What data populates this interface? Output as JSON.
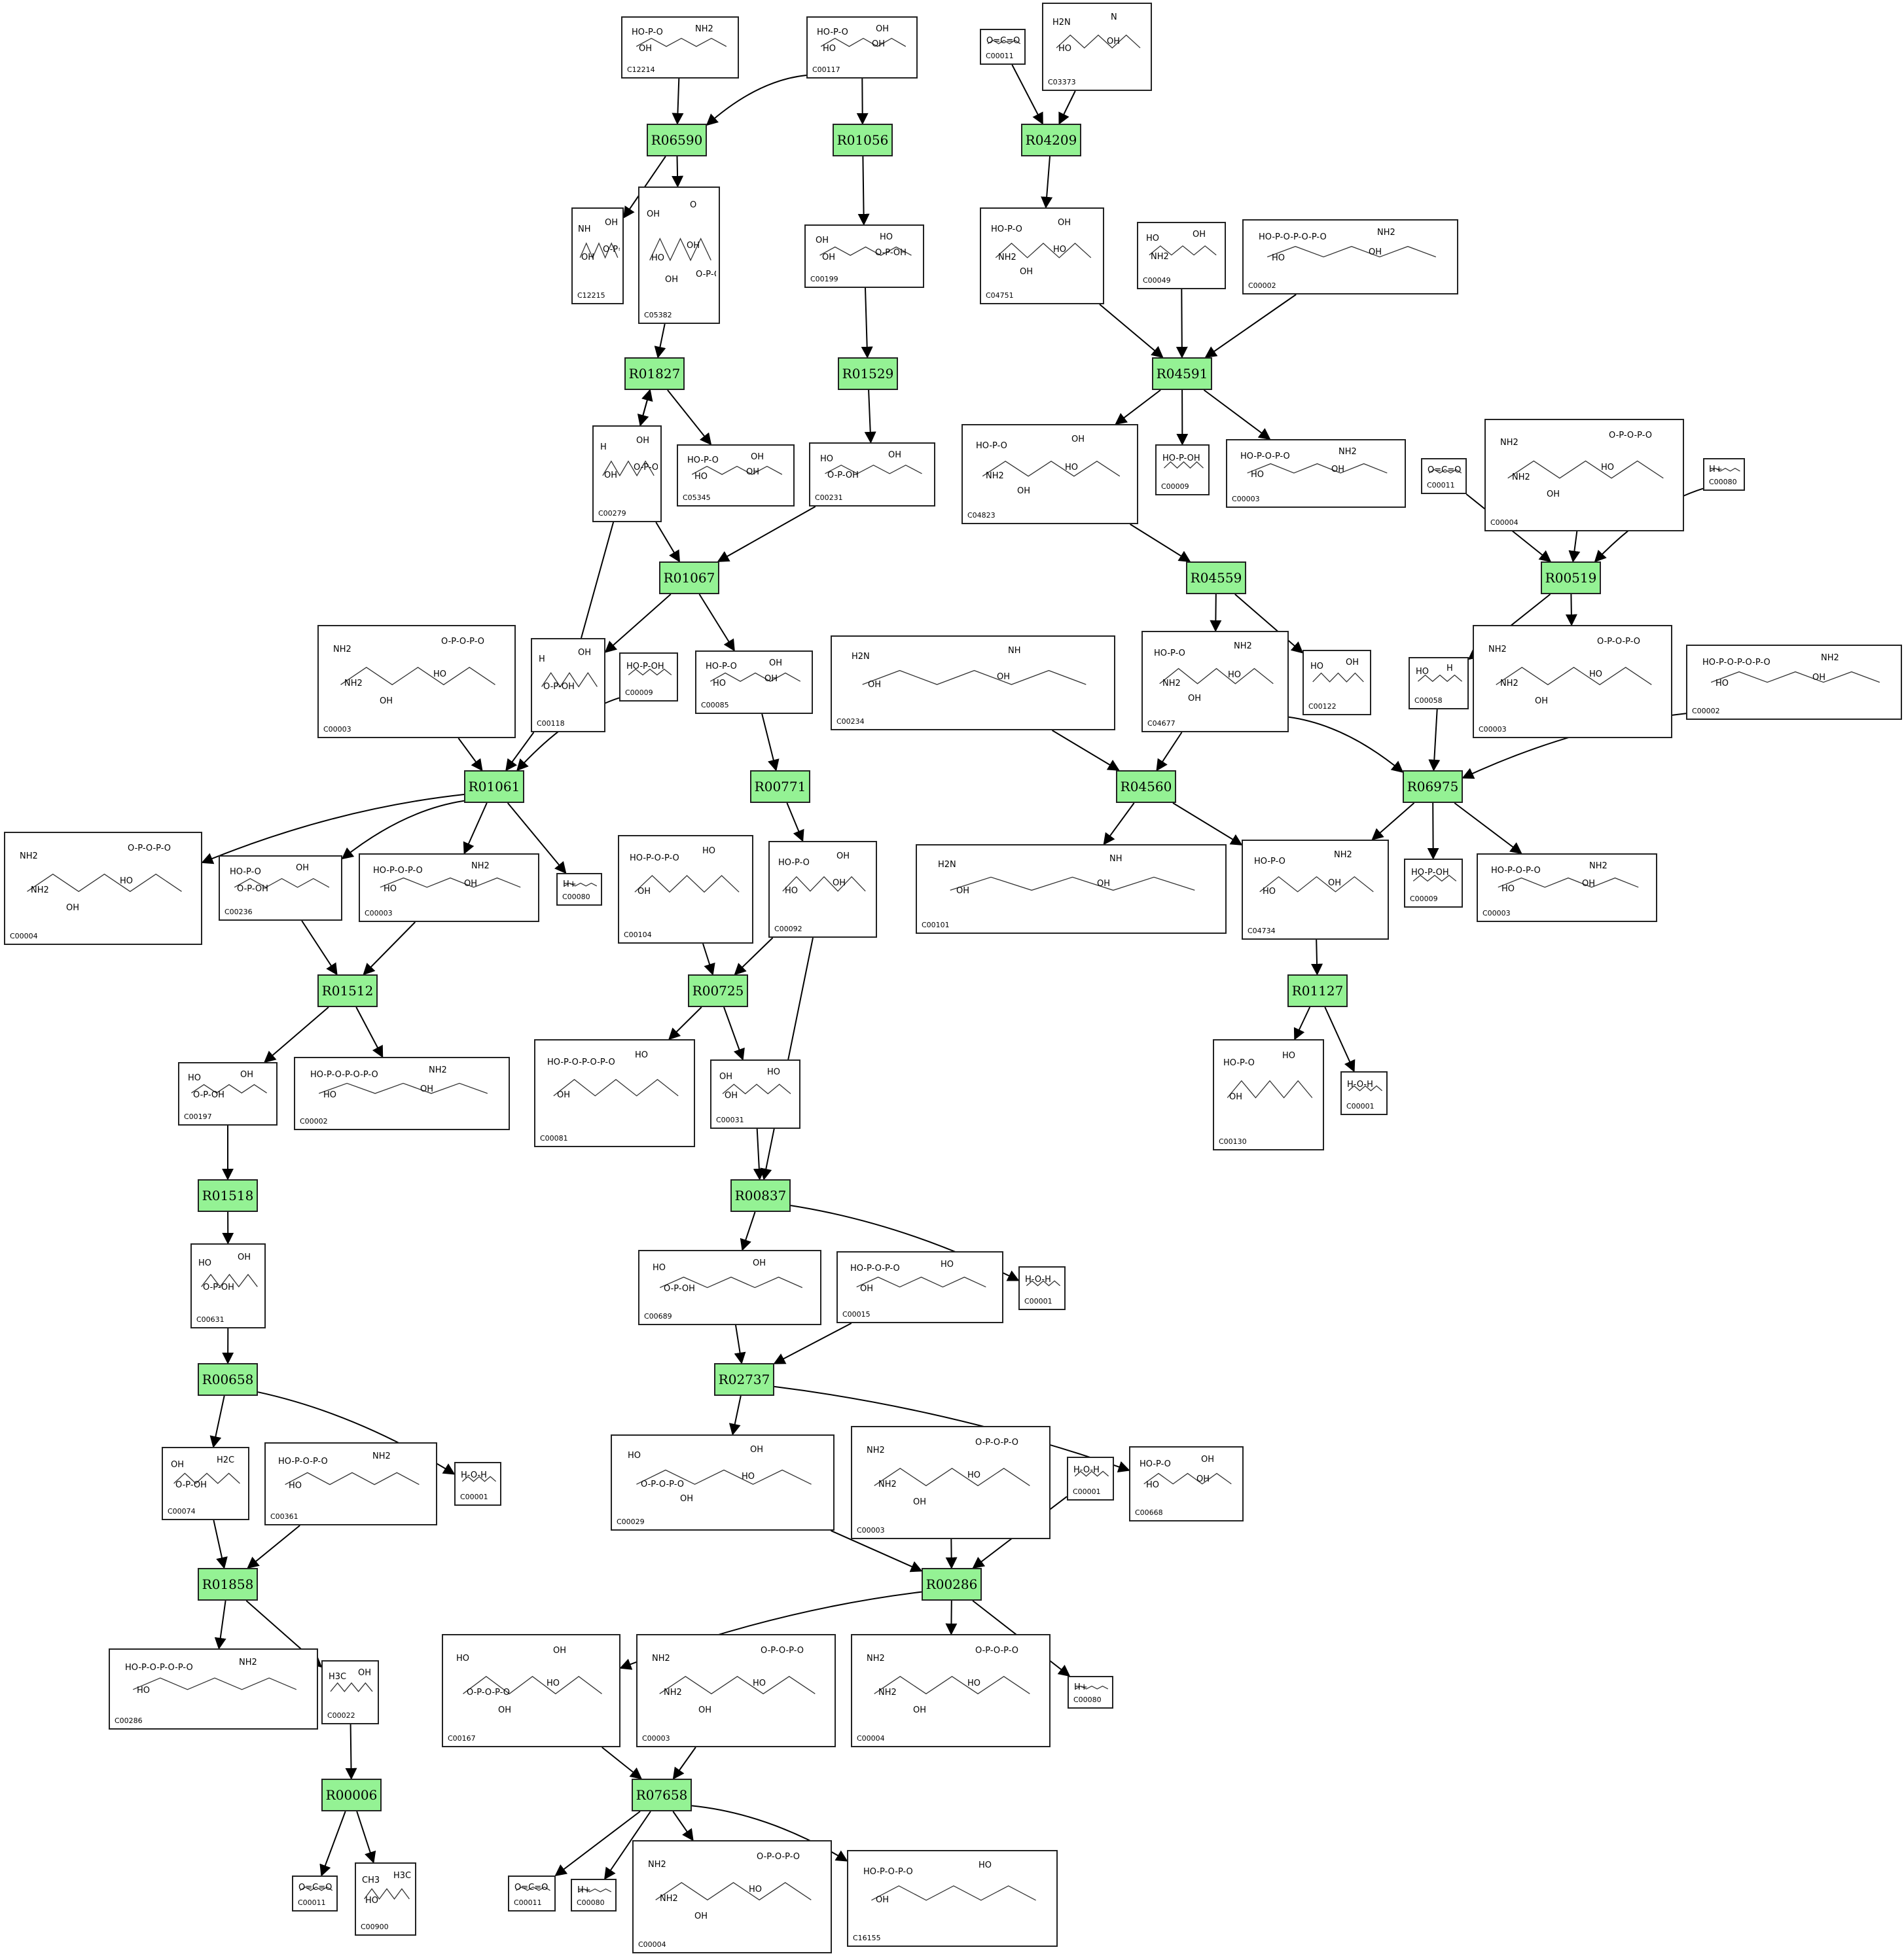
{
  "reactions": [
    {
      "id": "R06590",
      "label": "R06590"
    },
    {
      "id": "R01056",
      "label": "R01056"
    },
    {
      "id": "R04209",
      "label": "R04209"
    },
    {
      "id": "R01827",
      "label": "R01827"
    },
    {
      "id": "R01529",
      "label": "R01529"
    },
    {
      "id": "R04591",
      "label": "R04591"
    },
    {
      "id": "R01067",
      "label": "R01067"
    },
    {
      "id": "R04559",
      "label": "R04559"
    },
    {
      "id": "R00519",
      "label": "R00519"
    },
    {
      "id": "R01061",
      "label": "R01061"
    },
    {
      "id": "R00771",
      "label": "R00771"
    },
    {
      "id": "R04560",
      "label": "R04560"
    },
    {
      "id": "R06975",
      "label": "R06975"
    },
    {
      "id": "R01512",
      "label": "R01512"
    },
    {
      "id": "R00725",
      "label": "R00725"
    },
    {
      "id": "R01127",
      "label": "R01127"
    },
    {
      "id": "R01518",
      "label": "R01518"
    },
    {
      "id": "R00837",
      "label": "R00837"
    },
    {
      "id": "R00658",
      "label": "R00658"
    },
    {
      "id": "R02737",
      "label": "R02737"
    },
    {
      "id": "R01858",
      "label": "R01858"
    },
    {
      "id": "R00286",
      "label": "R00286"
    },
    {
      "id": "R00006",
      "label": "R00006"
    },
    {
      "id": "R07658",
      "label": "R07658"
    }
  ],
  "compounds": [
    {
      "key": "c12214",
      "label": "C12214",
      "text": [
        "HO-P-O",
        "NH2",
        "OH"
      ]
    },
    {
      "key": "c00117a",
      "label": "C00117",
      "text": [
        "HO-P-O",
        "OH",
        "HO",
        "OH"
      ]
    },
    {
      "key": "c00011a",
      "label": "C00011",
      "text": [
        "O=C=O"
      ]
    },
    {
      "key": "c03373",
      "label": "C03373",
      "text": [
        "H2N",
        "N",
        "HO",
        "OH"
      ]
    },
    {
      "key": "c12215",
      "label": "C12215",
      "text": [
        "NH",
        "OH",
        "OH",
        "O-P=O"
      ]
    },
    {
      "key": "c05382",
      "label": "C05382",
      "text": [
        "OH",
        "O",
        "HO",
        "OH",
        "OH",
        "O-P-OH"
      ]
    },
    {
      "key": "c00199",
      "label": "C00199",
      "text": [
        "OH",
        "HO",
        "OH",
        "O-P-OH"
      ]
    },
    {
      "key": "c04751",
      "label": "C04751",
      "text": [
        "HO-P-O",
        "OH",
        "NH2",
        "HO",
        "OH"
      ]
    },
    {
      "key": "c00049",
      "label": "C00049",
      "text": [
        "HO",
        "OH",
        "NH2"
      ]
    },
    {
      "key": "c00002a",
      "label": "C00002",
      "text": [
        "HO-P-O-P-O-P-O",
        "NH2",
        "HO",
        "OH"
      ]
    },
    {
      "key": "c00279",
      "label": "C00279",
      "text": [
        "H",
        "OH",
        "OH",
        "O-P-OH"
      ]
    },
    {
      "key": "c05345",
      "label": "C05345",
      "text": [
        "HO-P-O",
        "OH",
        "HO",
        "OH"
      ]
    },
    {
      "key": "c00231",
      "label": "C00231",
      "text": [
        "HO",
        "OH",
        "O-P-OH"
      ]
    },
    {
      "key": "c04823",
      "label": "C04823",
      "text": [
        "HO-P-O",
        "OH",
        "NH2",
        "HO",
        "OH"
      ]
    },
    {
      "key": "c00009a",
      "label": "C00009",
      "text": [
        "HO-P-OH"
      ]
    },
    {
      "key": "c00003a",
      "label": "C00003",
      "text": [
        "HO-P-O-P-O",
        "NH2",
        "HO",
        "OH"
      ]
    },
    {
      "key": "c00011b",
      "label": "C00011",
      "text": [
        "O=C=O"
      ]
    },
    {
      "key": "c00004a",
      "label": "C00004",
      "text": [
        "NH2",
        "O-P-O-P-O",
        "NH2",
        "HO",
        "OH"
      ]
    },
    {
      "key": "c00080a",
      "label": "C00080",
      "text": [
        "H+"
      ]
    },
    {
      "key": "c00003b",
      "label": "C00003",
      "text": [
        "NH2",
        "O-P-O-P-O",
        "NH2",
        "HO",
        "OH"
      ]
    },
    {
      "key": "c00118",
      "label": "C00118",
      "text": [
        "H",
        "OH",
        "O-P-OH"
      ]
    },
    {
      "key": "c00009b",
      "label": "C00009",
      "text": [
        "HO-P-OH"
      ]
    },
    {
      "key": "c00085",
      "label": "C00085",
      "text": [
        "HO-P-O",
        "OH",
        "HO",
        "OH"
      ]
    },
    {
      "key": "c00234",
      "label": "C00234",
      "text": [
        "H2N",
        "NH",
        "OH",
        "OH"
      ]
    },
    {
      "key": "c04677",
      "label": "C04677",
      "text": [
        "HO-P-O",
        "NH2",
        "NH2",
        "HO",
        "OH"
      ]
    },
    {
      "key": "c00122",
      "label": "C00122",
      "text": [
        "HO",
        "OH"
      ]
    },
    {
      "key": "c00058",
      "label": "C00058",
      "text": [
        "HO",
        "H"
      ]
    },
    {
      "key": "c00003c",
      "label": "C00003",
      "text": [
        "NH2",
        "O-P-O-P-O",
        "NH2",
        "HO",
        "OH"
      ]
    },
    {
      "key": "c00002b",
      "label": "C00002",
      "text": [
        "HO-P-O-P-O-P-O",
        "NH2",
        "HO",
        "OH"
      ]
    },
    {
      "key": "c00004b",
      "label": "C00004",
      "text": [
        "NH2",
        "O-P-O-P-O",
        "NH2",
        "HO",
        "OH"
      ]
    },
    {
      "key": "c00236",
      "label": "C00236",
      "text": [
        "HO-P-O",
        "OH",
        "O-P-OH"
      ]
    },
    {
      "key": "c00003d",
      "label": "C00003",
      "text": [
        "HO-P-O-P-O",
        "NH2",
        "HO",
        "OH"
      ]
    },
    {
      "key": "c00080b",
      "label": "C00080",
      "text": [
        "H+"
      ]
    },
    {
      "key": "c00104",
      "label": "C00104",
      "text": [
        "HO-P-O-P-O",
        "HO",
        "OH"
      ]
    },
    {
      "key": "c00092",
      "label": "C00092",
      "text": [
        "HO-P-O",
        "OH",
        "HO",
        "OH"
      ]
    },
    {
      "key": "c00101",
      "label": "C00101",
      "text": [
        "H2N",
        "NH",
        "OH",
        "OH"
      ]
    },
    {
      "key": "c04734",
      "label": "C04734",
      "text": [
        "HO-P-O",
        "NH2",
        "HO",
        "OH"
      ]
    },
    {
      "key": "c00009c",
      "label": "C00009",
      "text": [
        "HO-P-OH"
      ]
    },
    {
      "key": "c00003e",
      "label": "C00003",
      "text": [
        "HO-P-O-P-O",
        "NH2",
        "HO",
        "OH"
      ]
    },
    {
      "key": "c00197",
      "label": "C00197",
      "text": [
        "HO",
        "OH",
        "O-P-OH"
      ]
    },
    {
      "key": "c00002c",
      "label": "C00002",
      "text": [
        "HO-P-O-P-O-P-O",
        "NH2",
        "HO",
        "OH"
      ]
    },
    {
      "key": "c00081",
      "label": "C00081",
      "text": [
        "HO-P-O-P-O-P-O",
        "HO",
        "OH"
      ]
    },
    {
      "key": "c00031",
      "label": "C00031",
      "text": [
        "OH",
        "HO",
        "OH"
      ]
    },
    {
      "key": "c00130",
      "label": "C00130",
      "text": [
        "HO-P-O",
        "HO",
        "OH"
      ]
    },
    {
      "key": "c00001a",
      "label": "C00001",
      "text": [
        "H-O-H"
      ]
    },
    {
      "key": "c00631",
      "label": "C00631",
      "text": [
        "HO",
        "OH",
        "O-P-OH"
      ]
    },
    {
      "key": "c00689",
      "label": "C00689",
      "text": [
        "HO",
        "OH",
        "O-P-OH"
      ]
    },
    {
      "key": "c00015",
      "label": "C00015",
      "text": [
        "HO-P-O-P-O",
        "HO",
        "OH"
      ]
    },
    {
      "key": "c00001b",
      "label": "C00001",
      "text": [
        "H-O-H"
      ]
    },
    {
      "key": "c00074",
      "label": "C00074",
      "text": [
        "OH",
        "H2C",
        "O-P-OH"
      ]
    },
    {
      "key": "c00361",
      "label": "C00361",
      "text": [
        "HO-P-O-P-O",
        "NH2",
        "HO"
      ]
    },
    {
      "key": "c00001c",
      "label": "C00001",
      "text": [
        "H-O-H"
      ]
    },
    {
      "key": "c00029",
      "label": "C00029",
      "text": [
        "HO",
        "OH",
        "O-P-O-P-O",
        "HO",
        "OH"
      ]
    },
    {
      "key": "c00003f",
      "label": "C00003",
      "text": [
        "NH2",
        "O-P-O-P-O",
        "NH2",
        "HO",
        "OH"
      ]
    },
    {
      "key": "c00001d",
      "label": "C00001",
      "text": [
        "H-O-H"
      ]
    },
    {
      "key": "c00668",
      "label": "C00668",
      "text": [
        "HO-P-O",
        "OH",
        "HO",
        "OH"
      ]
    },
    {
      "key": "c00286",
      "label": "C00286",
      "text": [
        "HO-P-O-P-O-P-O",
        "NH2",
        "HO"
      ]
    },
    {
      "key": "c00022",
      "label": "C00022",
      "text": [
        "H3C",
        "OH"
      ]
    },
    {
      "key": "c00167",
      "label": "C00167",
      "text": [
        "HO",
        "OH",
        "O-P-O-P-O",
        "HO",
        "OH"
      ]
    },
    {
      "key": "c00003g",
      "label": "C00003",
      "text": [
        "NH2",
        "O-P-O-P-O",
        "NH2",
        "HO",
        "OH"
      ]
    },
    {
      "key": "c00004c",
      "label": "C00004",
      "text": [
        "NH2",
        "O-P-O-P-O",
        "NH2",
        "HO",
        "OH"
      ]
    },
    {
      "key": "c00080c",
      "label": "C00080",
      "text": [
        "H+"
      ]
    },
    {
      "key": "c00011c",
      "label": "C00011",
      "text": [
        "O=C=O"
      ]
    },
    {
      "key": "c00900",
      "label": "C00900",
      "text": [
        "CH3",
        "H3C",
        "HO"
      ]
    },
    {
      "key": "c00011d",
      "label": "C00011",
      "text": [
        "O=C=O"
      ]
    },
    {
      "key": "c00080d",
      "label": "C00080",
      "text": [
        "H+"
      ]
    },
    {
      "key": "c00004d",
      "label": "C00004",
      "text": [
        "NH2",
        "O-P-O-P-O",
        "NH2",
        "HO",
        "OH"
      ]
    },
    {
      "key": "c16155",
      "label": "C16155",
      "text": [
        "HO-P-O-P-O",
        "HO",
        "OH"
      ]
    }
  ]
}
